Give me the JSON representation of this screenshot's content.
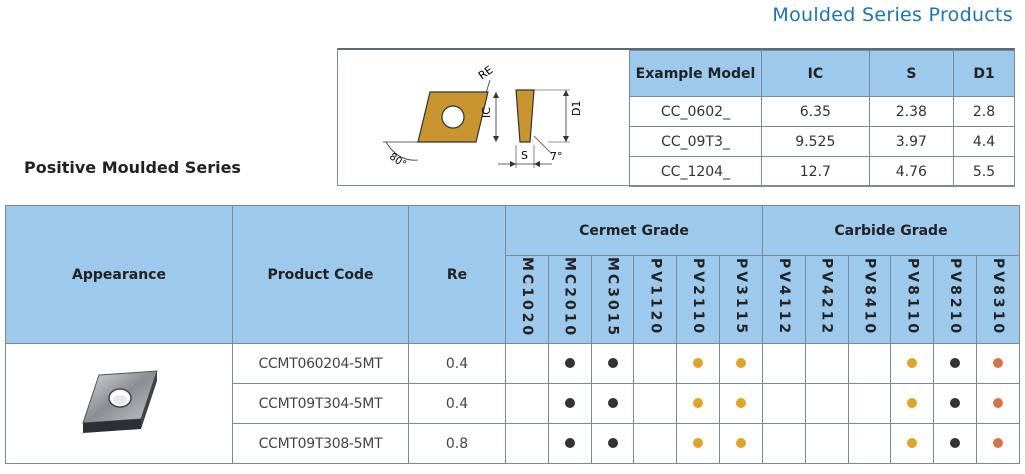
{
  "page_title": "Moulded Series Products",
  "section_title": "Positive Moulded Series",
  "diagram": {
    "labels": {
      "re": "RE",
      "ic": "IC",
      "d1": "D1",
      "s": "S",
      "angle_80": "80°",
      "angle_7": "7°"
    }
  },
  "spec_table": {
    "headers": [
      "Example Model",
      "IC",
      "S",
      "D1"
    ],
    "rows": [
      [
        "CC_0602_",
        "6.35",
        "2.38",
        "2.8"
      ],
      [
        "CC_09T3_",
        "9.525",
        "3.97",
        "4.4"
      ],
      [
        "CC_1204_",
        "12.7",
        "4.76",
        "5.5"
      ]
    ]
  },
  "grade_table": {
    "headers": {
      "appearance": "Appearance",
      "product_code": "Product Code",
      "re": "Re"
    },
    "groups": [
      {
        "label": "Cermet Grade",
        "grades": [
          "MC1020",
          "MC2010",
          "MC3015",
          "PV1120",
          "PV2110",
          "PV3115"
        ]
      },
      {
        "label": "Carbide Grade",
        "grades": [
          "PV4112",
          "PV4212",
          "PV8410",
          "PV8110",
          "PV8210",
          "PV8310"
        ]
      }
    ],
    "rows": [
      {
        "code": "CCMT060204-5MT",
        "re": "0.4",
        "marks": [
          "",
          "black",
          "black",
          "",
          "gold",
          "gold",
          "",
          "",
          "",
          "gold",
          "black",
          "copper"
        ]
      },
      {
        "code": "CCMT09T304-5MT",
        "re": "0.4",
        "marks": [
          "",
          "black",
          "black",
          "",
          "gold",
          "gold",
          "",
          "",
          "",
          "gold",
          "black",
          "copper"
        ]
      },
      {
        "code": "CCMT09T308-5MT",
        "re": "0.8",
        "marks": [
          "",
          "black",
          "black",
          "",
          "gold",
          "gold",
          "",
          "",
          "",
          "gold",
          "black",
          "copper"
        ]
      }
    ]
  },
  "colors": {
    "title_blue": "#1d72b8",
    "header_blue": "#9dc9ec",
    "black": "#333333",
    "gold": "#e0a428",
    "copper": "#d4744a",
    "insert_gold": "#c9952e"
  }
}
